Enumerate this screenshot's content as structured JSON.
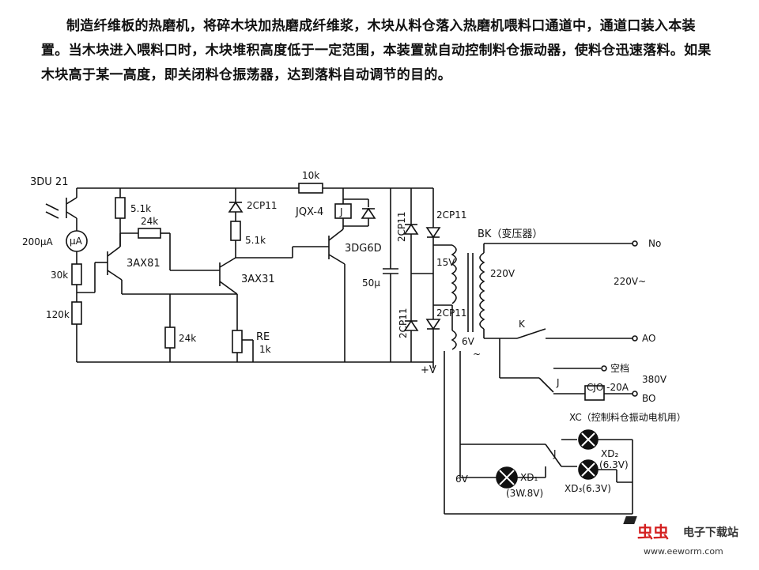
{
  "description": "制造纤维板的热磨机，将碎木块加热磨成纤维浆，木块从料仓落入热磨机喂料口通道中，通道口装入本装置。当木块进入喂料口时，木块堆积高度低于一定范围，本装置就自动控制料仓振动器，使料仓迅速落料。如果木块高于某一高度，即关闭料仓振荡器，达到落料自动调节的目的。",
  "components": {
    "phototransistor": "3DU 21",
    "meter": "200μA",
    "meter_symbol": "μA",
    "r_30k": "30k",
    "r_120k": "120k",
    "r_5_1k_a": "5.1k",
    "r_24k_top": "24k",
    "q1": "3AX81",
    "r_24k_bottom": "24k",
    "diode_top": "2CP11",
    "r_5_1k_b": "5.1k",
    "q2": "3AX31",
    "pot": "RE",
    "pot_value": "1k",
    "r_10k": "10k",
    "relay": "JQX-4",
    "relay_coil": "J",
    "q3": "3DG6D",
    "cap": "50μ",
    "d_bridge_1": "2CP11",
    "d_bridge_2": "2CP11",
    "d_bridge_3": "2CP11",
    "d_bridge_4": "2CP11",
    "plus_v": "+V",
    "v15": "15V",
    "transformer": "BK（变压器）",
    "v220": "220V",
    "v220_line": "220V~",
    "v6": "6V",
    "tilde": "~",
    "n0": "No",
    "a0": "AO",
    "b0": "BO",
    "switch_k": "K",
    "relay_contact_1": "J",
    "relay_contact_2": "J",
    "kong_dang": "空档",
    "v380": "380V",
    "contactor": "CJO -20A",
    "xc_label": "XC（控制料仓振动电机用）",
    "xd2": "XD₂",
    "xd2_v": "(6.3V)",
    "xd3": "XD₃(6.3V)",
    "xd1": "XD₁",
    "xd1_spec": "(3W.8V)",
    "v6_left": "6V"
  },
  "watermark": {
    "site": "虫虫",
    "label": "电子下载站",
    "url": "www.eeworm.com"
  }
}
